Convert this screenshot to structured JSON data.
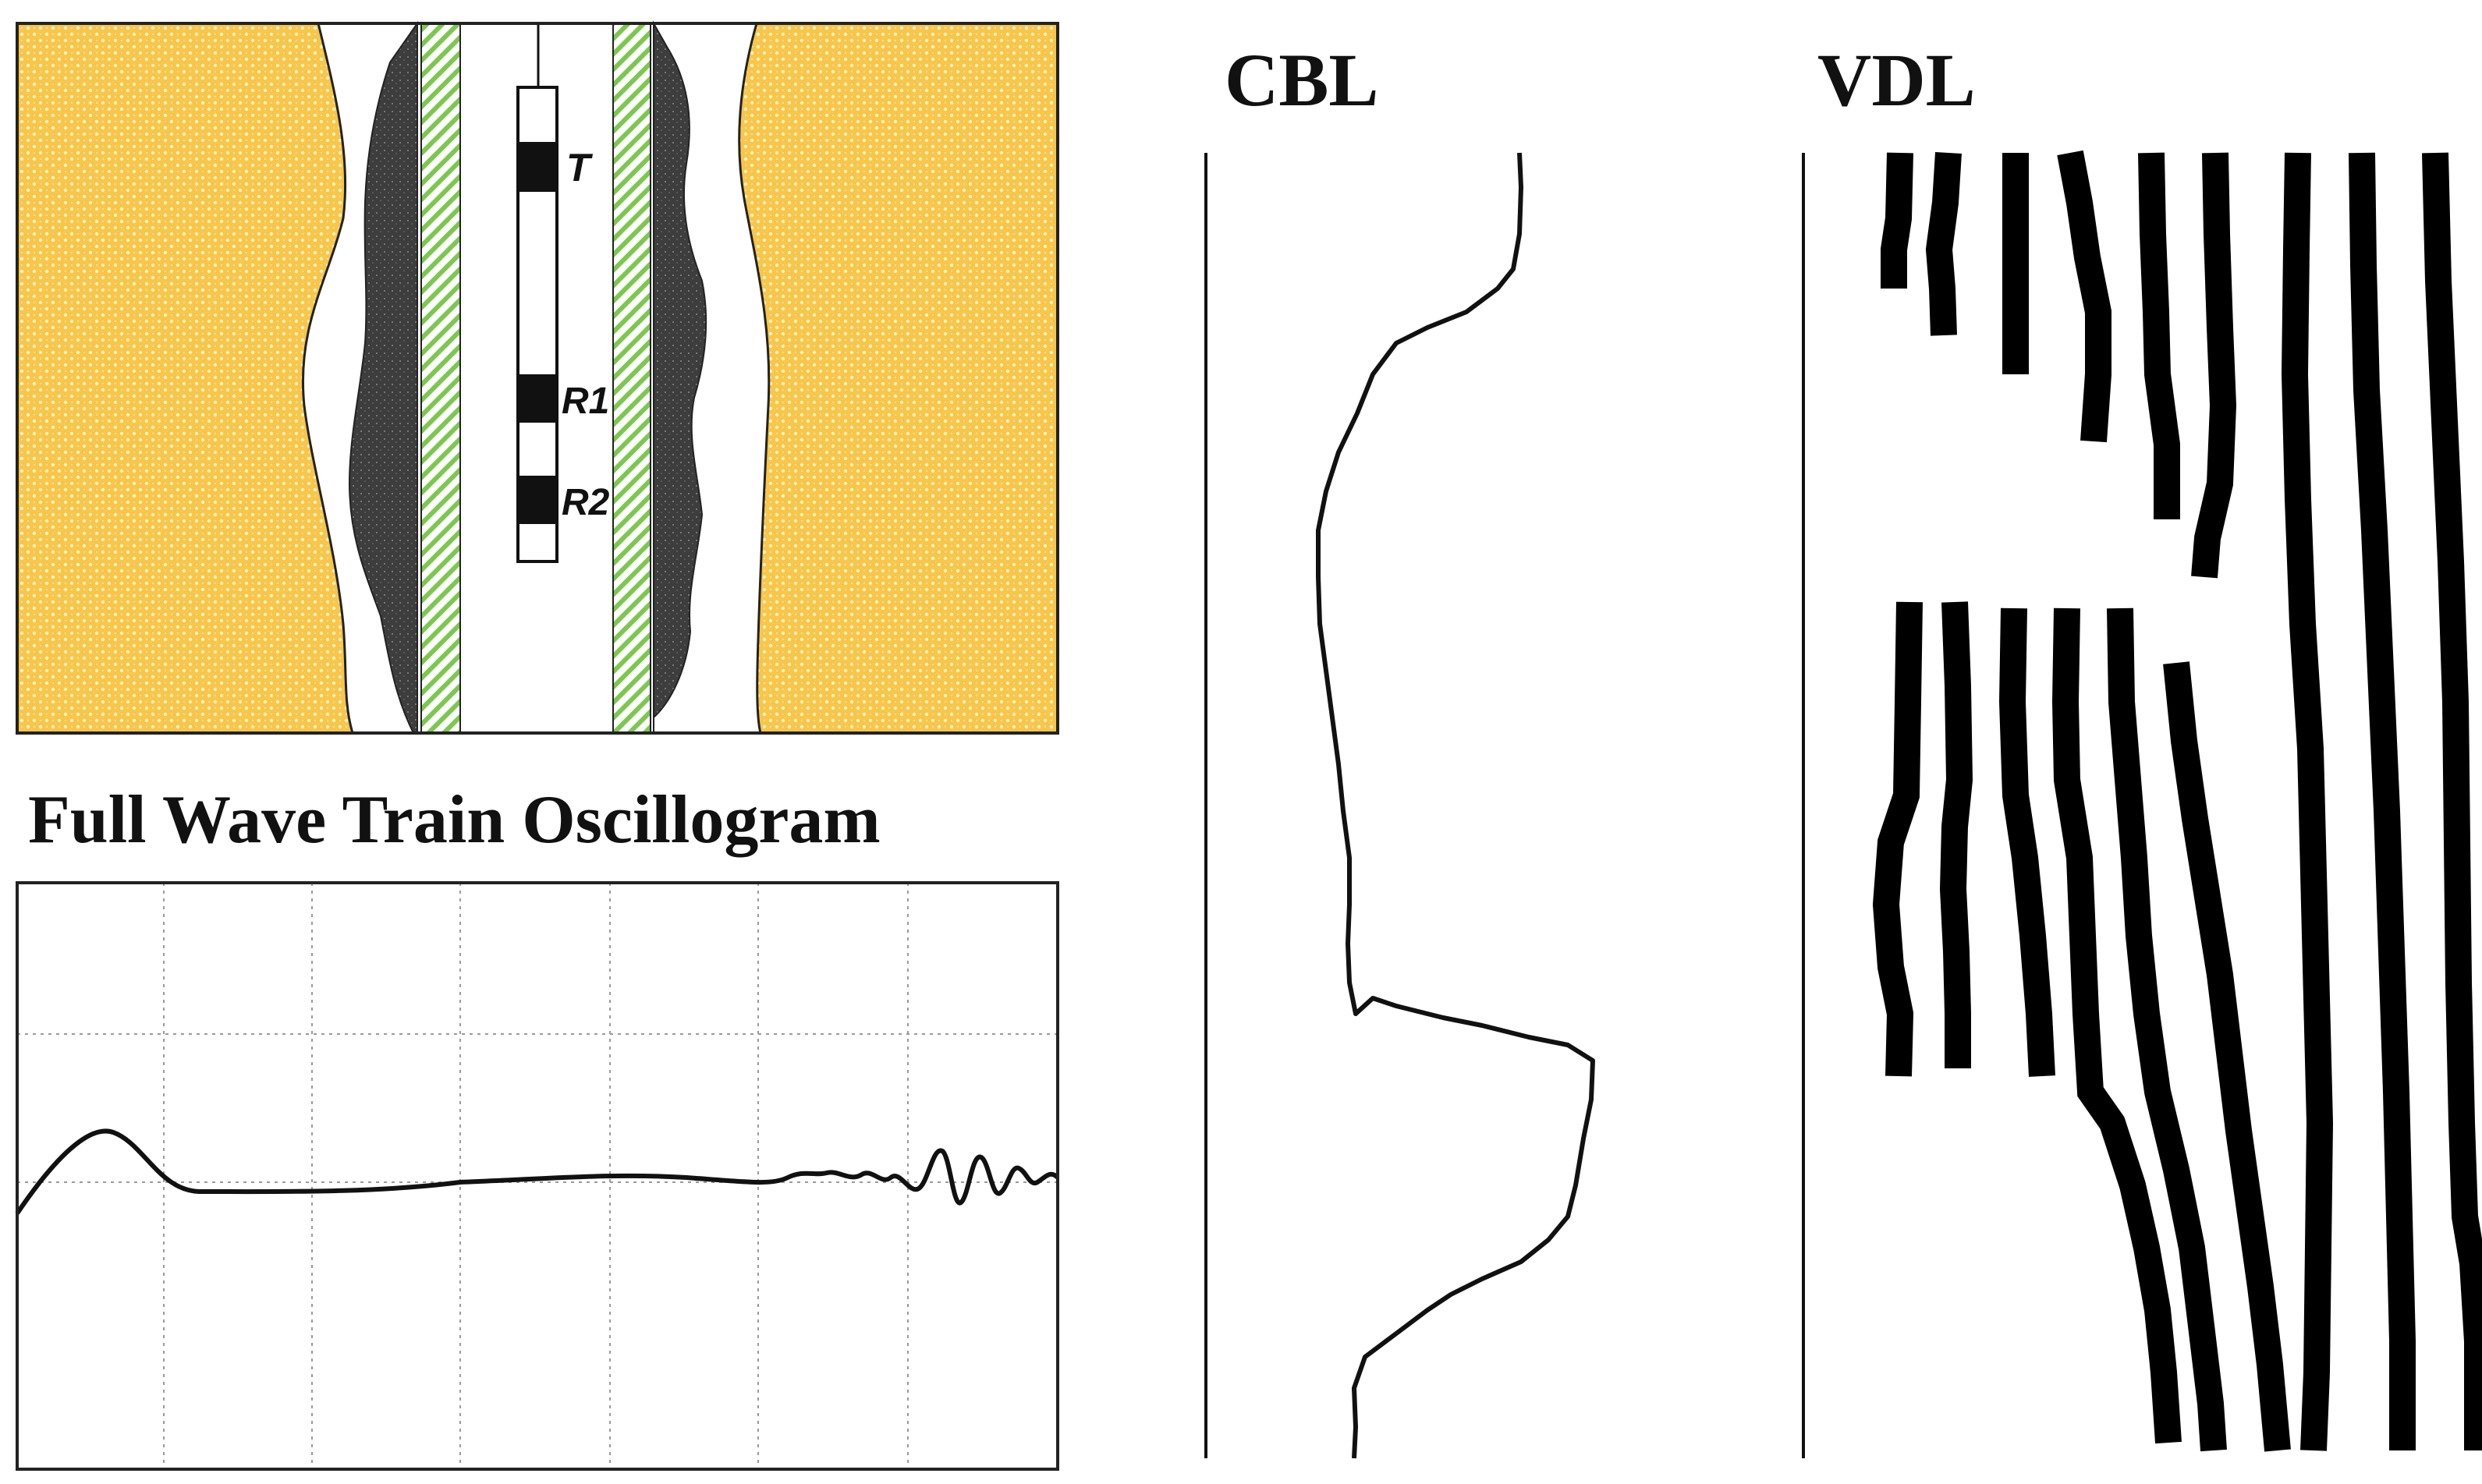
{
  "borehole": {
    "labels": [
      "T",
      "R1",
      "R2"
    ],
    "colors": {
      "formation": "#f7c64a",
      "formation_dots": "#fff3c4",
      "cement": "#3d3d3d",
      "casing_stripe": "#7cc84e",
      "tool_block": "#111111"
    }
  },
  "oscillogram": {
    "title": "Full Wave Train Oscillogram",
    "grid_color": "#9a9a9a"
  },
  "cbl": {
    "title": "CBL"
  },
  "vdl": {
    "title": "VDL"
  }
}
